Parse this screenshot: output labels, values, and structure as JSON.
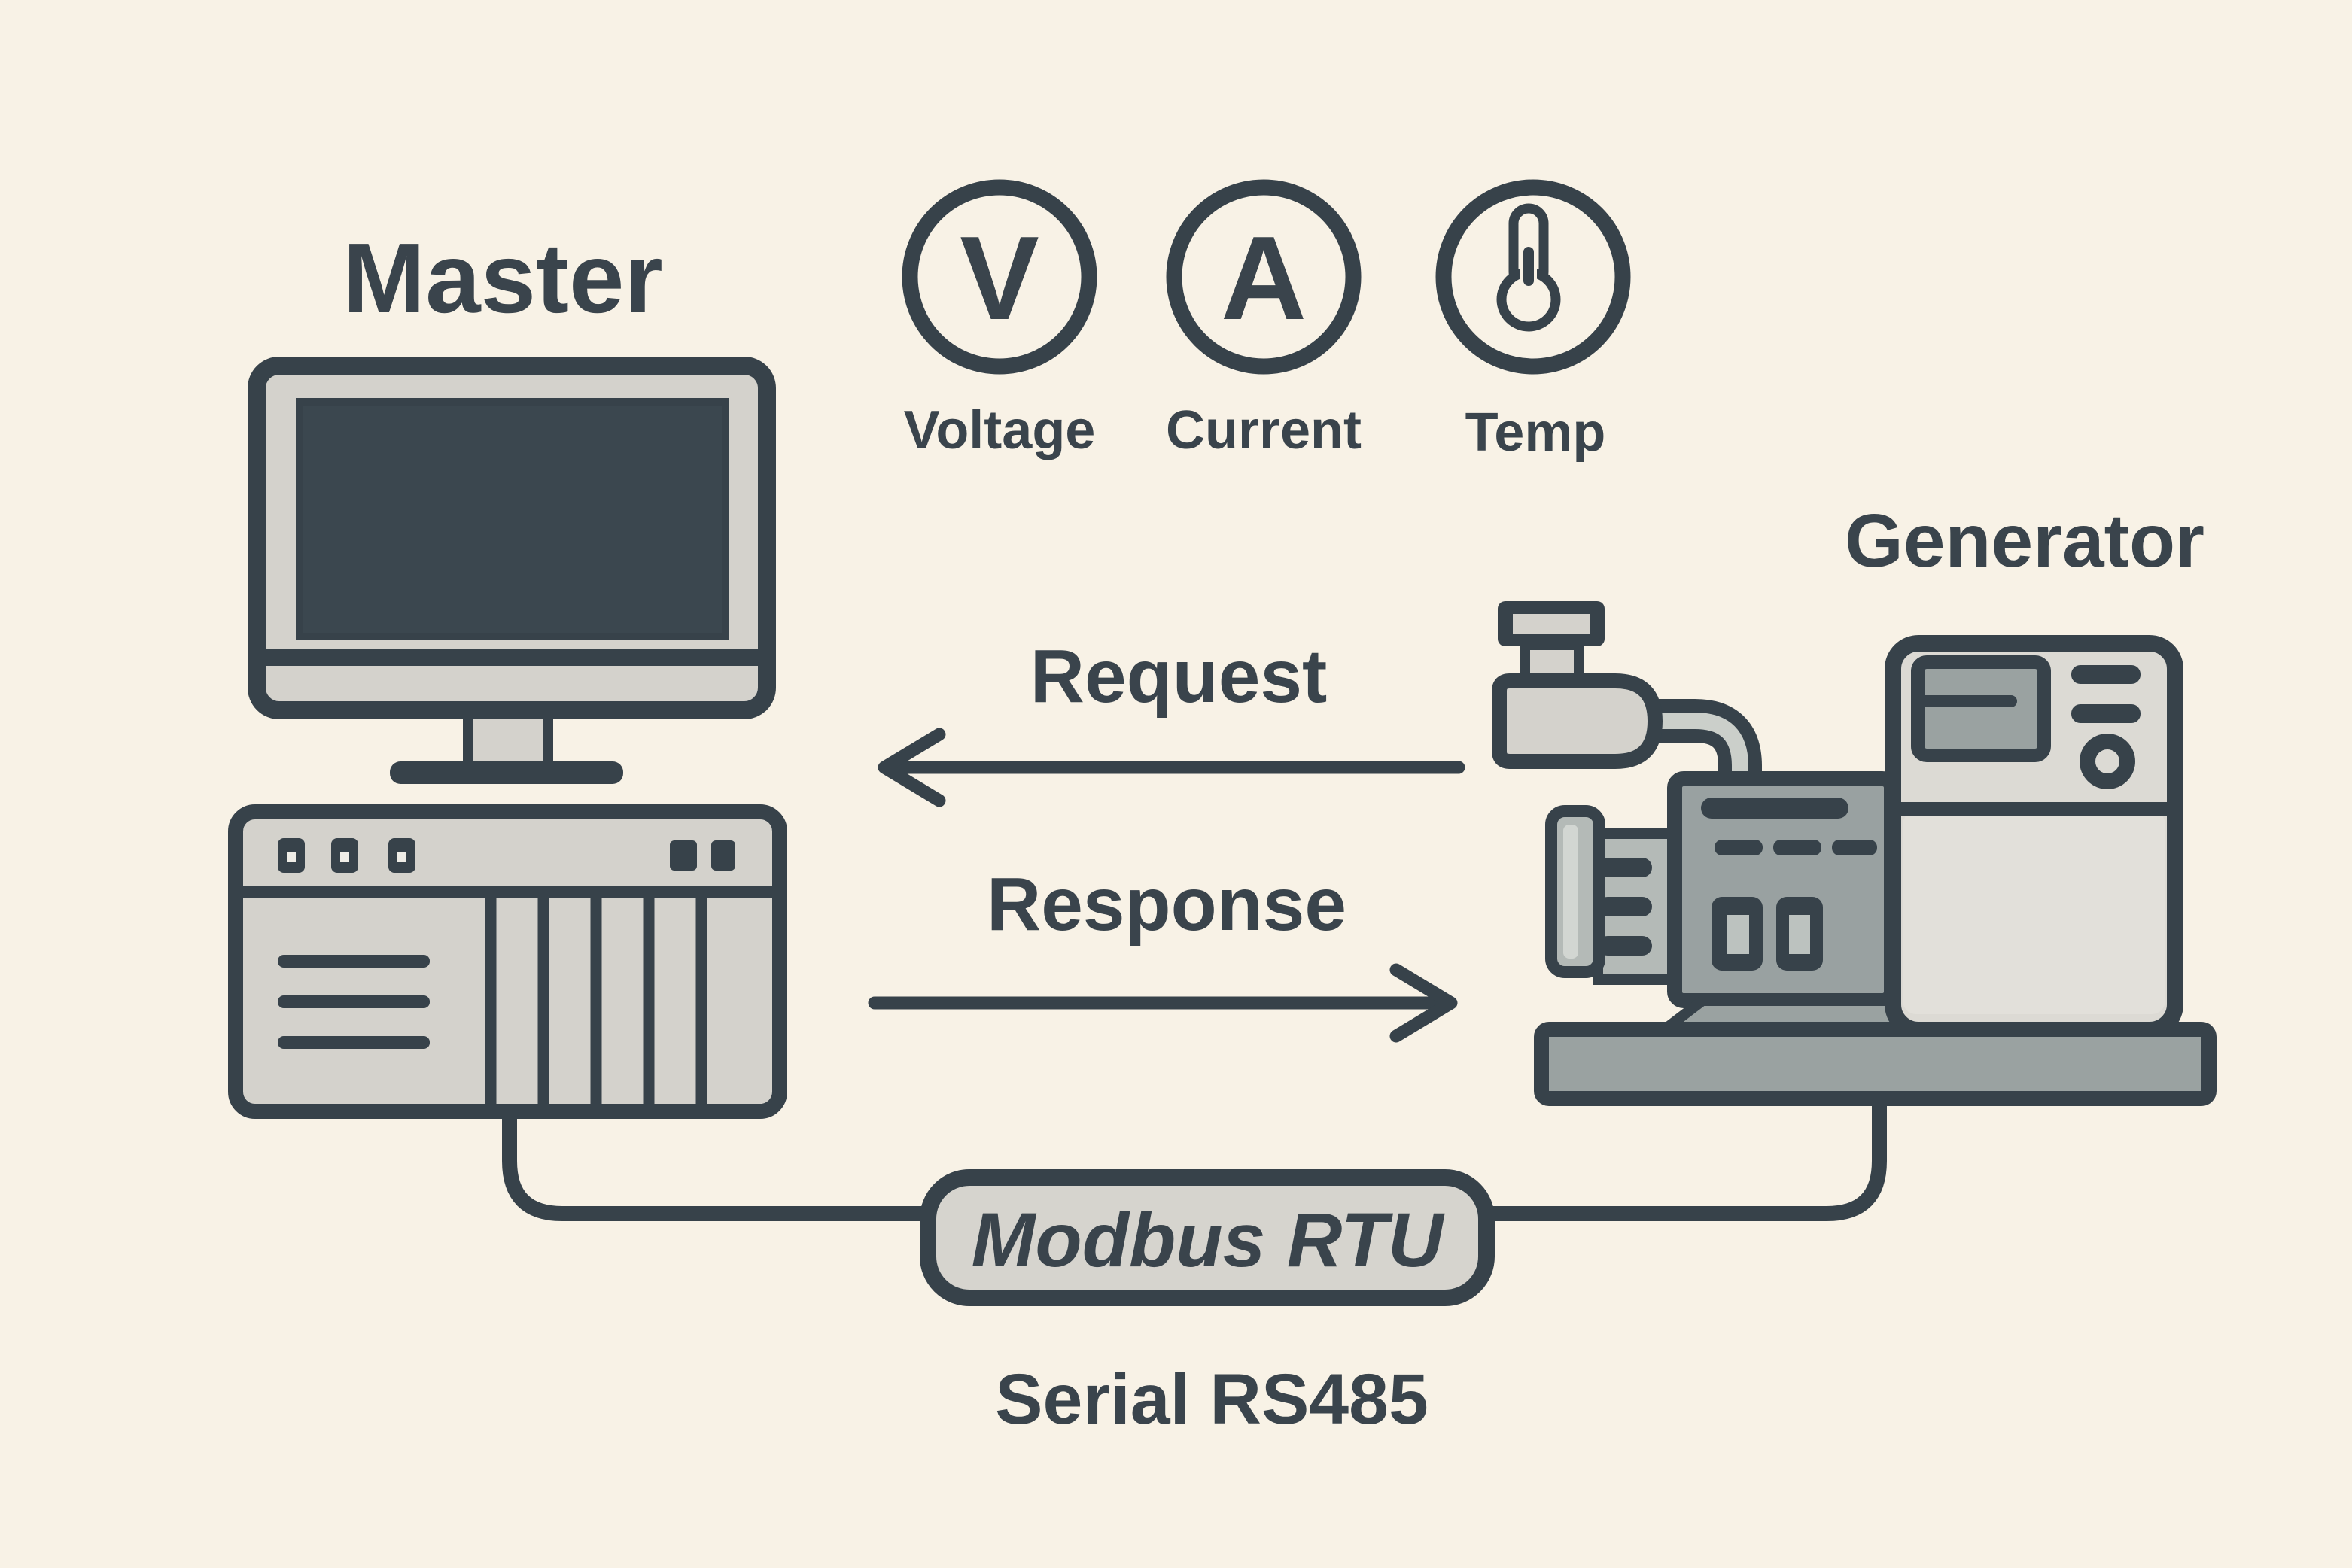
{
  "colors": {
    "background": "#f8f2e6",
    "outline": "#37424a",
    "text": "#3a444c",
    "panel_light": "#d4d2cc",
    "panel_lighter": "#e2e0da",
    "metal_gray": "#9aa2a1",
    "screen_dark": "#3b474f"
  },
  "master": {
    "label": "Master"
  },
  "generator": {
    "label": "Generator"
  },
  "metrics": [
    {
      "symbol": "V",
      "label": "Voltage"
    },
    {
      "symbol": "A",
      "label": "Current"
    },
    {
      "symbol": "",
      "label": "Temp"
    }
  ],
  "bus": {
    "request_label": "Request",
    "response_label": "Response",
    "protocol_label": "Modbus RTU",
    "physical_label": "Serial RS485"
  }
}
